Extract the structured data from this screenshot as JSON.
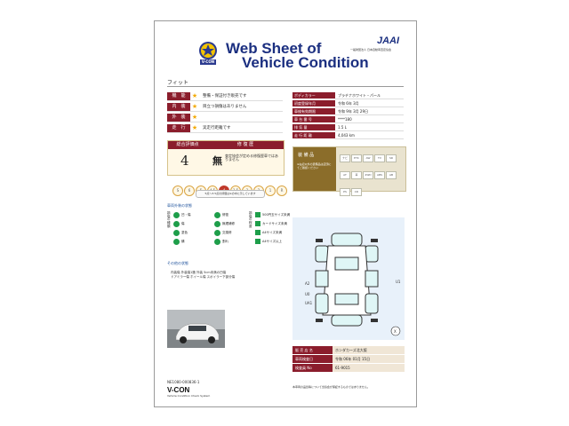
{
  "header": {
    "title_line1": "Web Sheet of",
    "title_line2": "Vehicle Condition",
    "logo_text": "V-CON",
    "jaai_logo": "JAAI",
    "jaai_sub": "一般財団法人 日本自動車査定協会"
  },
  "car_name": "フィット",
  "ratings": [
    {
      "label": "機　能",
      "text": "整備・保証付き販売です"
    },
    {
      "label": "内　装",
      "text": "目立つ損傷はありません"
    },
    {
      "label": "外　装",
      "text": ""
    },
    {
      "label": "走　行",
      "text": "実走行距離です"
    }
  ],
  "specs": [
    {
      "label": "ボディカラー",
      "value": "プラチナホワイト・パール"
    },
    {
      "label": "初度登録年月",
      "value": "令和 6年 3月"
    },
    {
      "label": "車検有効期限",
      "value": "令和 9年 3月 29日"
    },
    {
      "label": "車 台 番 号",
      "value": "****180"
    },
    {
      "label": "排 気 量",
      "value": "1.5 L"
    },
    {
      "label": "走 行 距 離",
      "value": "4,043 km"
    }
  ],
  "score": {
    "label_total": "総合評価点",
    "label_repair": "修 復 歴",
    "value": "4",
    "repair_char": "無",
    "repair_text": "査定協会が定める修復歴車ではありません",
    "scale": [
      "S",
      "6",
      "5",
      "4.5",
      "4",
      "3.5",
      "3",
      "2",
      "1",
      "R"
    ],
    "scale_note": "5点〜3.5点の評価は※の中に示しています",
    "active_index": 4
  },
  "equipment": {
    "title": "装 備 品",
    "note": "※右記以外の装備品は店頭にてご確認ください",
    "items": [
      "ナビ",
      "ETC",
      "AW",
      "TV",
      "SR",
      "AT",
      "革",
      "4WD",
      "ABS",
      "AB",
      "PS",
      "CD"
    ]
  },
  "legend": {
    "title": "車両外装の状態",
    "groups": [
      {
        "name": "損傷の種類",
        "items": [
          "凹・傷",
          "傷",
          "塗色",
          "錆"
        ]
      },
      {
        "name": "",
        "items": [
          "修復",
          "無理補修",
          "交換修",
          "割れ"
        ]
      },
      {
        "name": "損傷の程度",
        "items": [
          "500円玉サイズ未満",
          "カードサイズ未満",
          "A4サイズ未満",
          "A4サイズ以上"
        ]
      }
    ]
  },
  "other": {
    "title": "その他の状態",
    "lines": [
      "内装傷 外装傷1箇 外装 5cm未満の凹傷",
      "ドアミラー傷 ホイール傷 スポイラー下部分傷"
    ]
  },
  "diagram": {
    "labels": [
      "A2",
      "U0",
      "UA1",
      "U1"
    ],
    "x_mark": "X"
  },
  "dealer": {
    "rows": [
      {
        "label": "販 売 店 名",
        "value": "ホンダカーズ北大阪"
      },
      {
        "label": "車両検査日",
        "value": "令和 06年 01月 15日"
      },
      {
        "label": "検査員 No",
        "value": "61-9015"
      }
    ]
  },
  "footer": {
    "number": "NE1080-000836-1",
    "brand": "V-CON",
    "sub": "Vehicle Condition Check System",
    "notice": "本車両の品質等について当協会が保証するものではありません。"
  },
  "colors": {
    "accent": "#8b1d2c",
    "title": "#1b2f80",
    "gold": "#f2a900",
    "panel": "#e8f1fa"
  }
}
